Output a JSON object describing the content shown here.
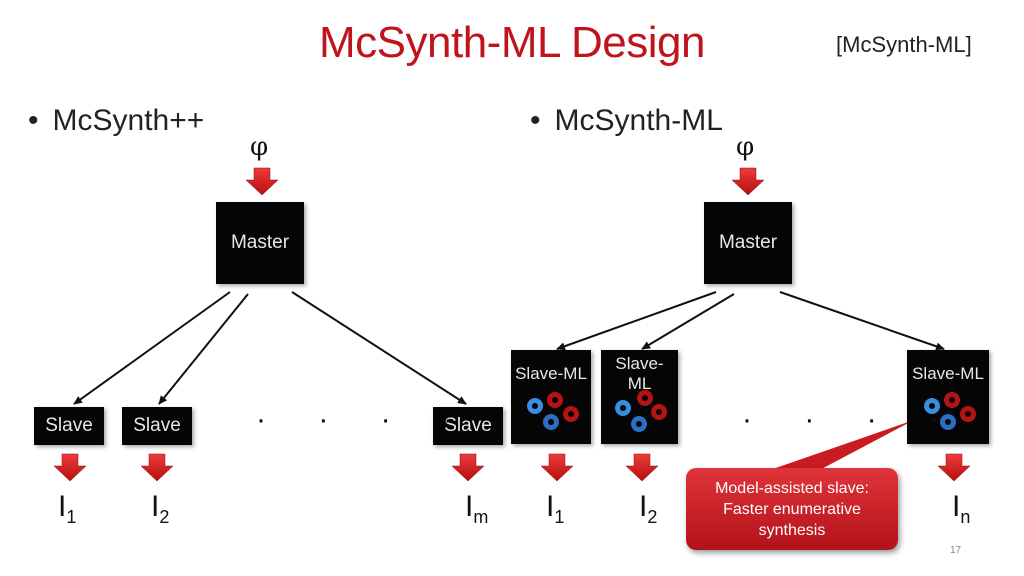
{
  "title": "McSynth-ML Design",
  "citation": "[McSynth-ML]",
  "left": {
    "bullet": "McSynth++",
    "input": "φ",
    "master": "Master",
    "slaves": [
      "Slave",
      "Slave",
      "Slave"
    ],
    "outputs": [
      {
        "base": "I",
        "sub": "1"
      },
      {
        "base": "I",
        "sub": "2"
      },
      {
        "base": "I",
        "sub": "m"
      }
    ],
    "ellipsis": "· · · ·"
  },
  "right": {
    "bullet": "McSynth-ML",
    "input": "φ",
    "master": "Master",
    "slaves": [
      "Slave-ML",
      "Slave-ML",
      "Slave-ML"
    ],
    "outputs": [
      {
        "base": "I",
        "sub": "1"
      },
      {
        "base": "I",
        "sub": "2"
      },
      {
        "base": "I",
        "sub": "n"
      }
    ],
    "ellipsis": "· · · ·"
  },
  "callout": "Model-assisted slave: Faster enumerative synthesis",
  "page_number": "17",
  "colors": {
    "title": "#c0141c",
    "arrow": "#d11a1a",
    "box": "#050505",
    "gear_red": "#b01010",
    "gear_blue": "#2a7fd4"
  },
  "icons": [
    "down-arrow-icon",
    "gears-icon"
  ]
}
